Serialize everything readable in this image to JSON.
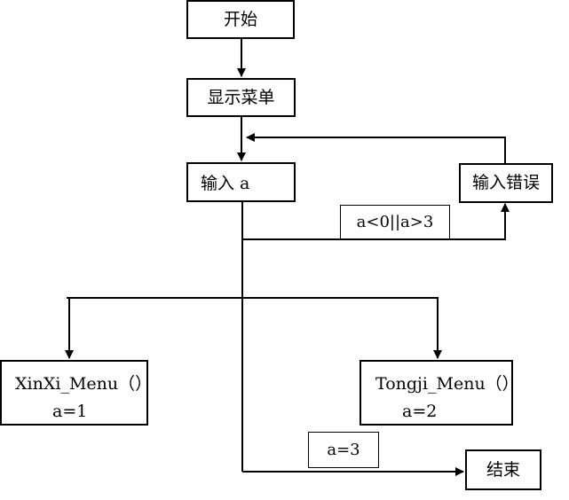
{
  "flowchart": {
    "start": "开始",
    "show_menu": "显示菜单",
    "input": "输入 a",
    "input_error": "输入错误",
    "error_condition": "a<0||a>3",
    "xinxi_menu": "XinXi_Menu（）",
    "xinxi_condition": "a=1",
    "tongji_menu": "Tongji_Menu（）",
    "tongji_condition": "a=2",
    "end_condition": "a=3",
    "end": "结束"
  },
  "colors": {
    "line": "#000000",
    "box_border": "#000000",
    "background": "#ffffff"
  }
}
